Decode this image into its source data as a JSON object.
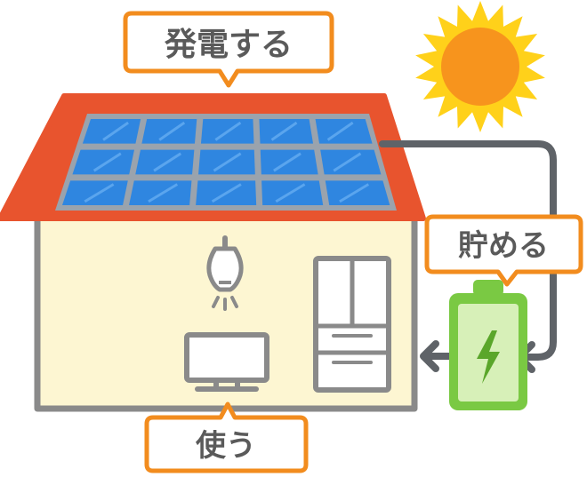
{
  "labels": {
    "generate": "発電する",
    "store": "貯める",
    "use": "使う"
  },
  "colors": {
    "roof": "#e8542e",
    "panel": "#2f86e0",
    "panel_frame": "#9aa3ad",
    "wall": "#fdf6d2",
    "wall_outline": "#8a8a8a",
    "callout_border": "#f28c1e",
    "sun_rays": "#ffd11a",
    "sun_core": "#f7941d",
    "battery_body": "#7ac943",
    "battery_inner": "#d7f0b8",
    "bolt": "#5aa62a",
    "wire": "#5f6368"
  },
  "icons": [
    "sun-icon",
    "solar-panel-icon",
    "light-bulb-icon",
    "tv-icon",
    "refrigerator-icon",
    "battery-icon",
    "lightning-bolt-icon",
    "arrow-left-icon"
  ]
}
